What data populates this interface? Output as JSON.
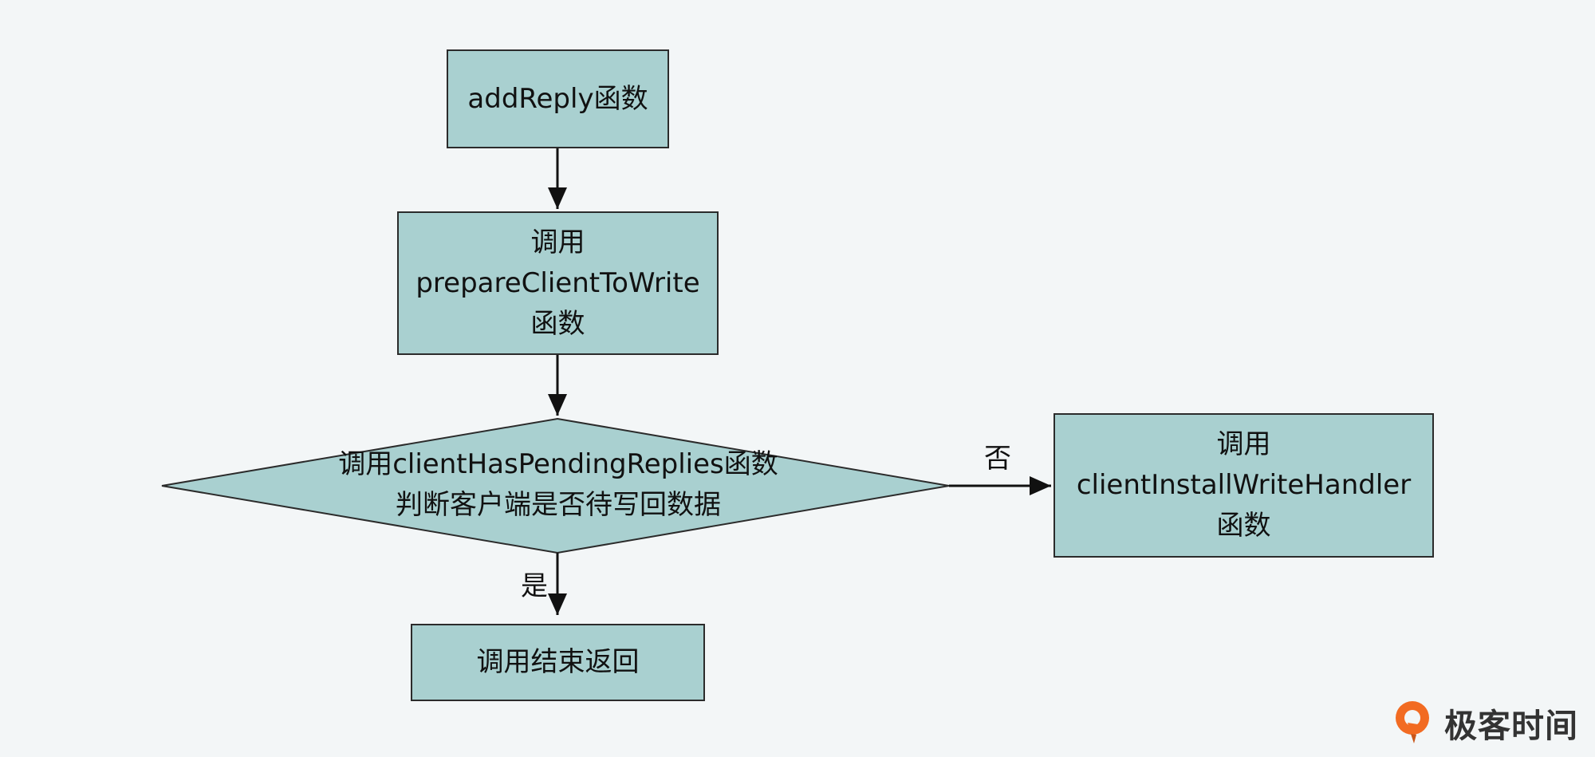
{
  "nodes": {
    "add_reply": {
      "lines": [
        "addReply函数"
      ]
    },
    "prepare_client": {
      "lines": [
        "调用",
        "prepareClientToWrite",
        "函数"
      ]
    },
    "decision": {
      "lines": [
        "调用clientHasPendingReplies函数",
        "判断客户端是否待写回数据"
      ]
    },
    "install_handler": {
      "lines": [
        "调用",
        "clientInstallWriteHandler",
        "函数"
      ]
    },
    "end": {
      "lines": [
        "调用结束返回"
      ]
    }
  },
  "edges": {
    "yes_label": "是",
    "no_label": "否"
  },
  "branding": {
    "logo_text": "极客时间"
  },
  "colors": {
    "background": "#f3f6f7",
    "node_fill": "#a9d0d0",
    "stroke": "#2b2b2b",
    "logo_orange": "#f26b22"
  }
}
